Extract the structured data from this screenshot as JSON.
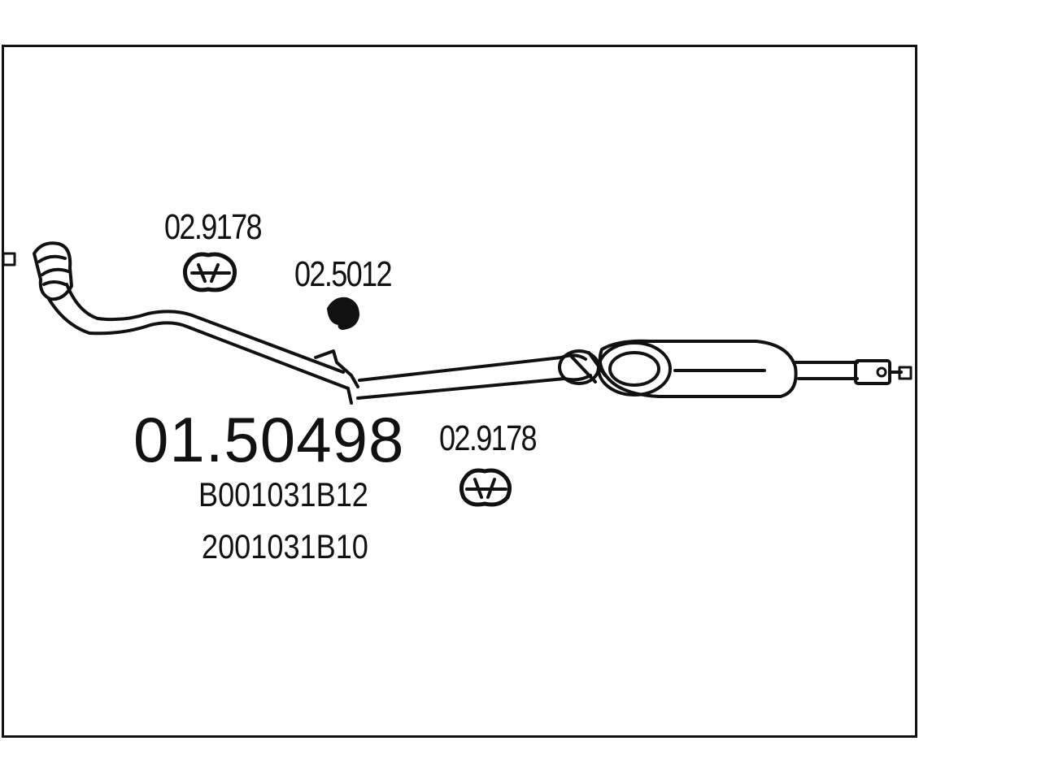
{
  "diagram": {
    "main_part_number": "01.50498",
    "oem_references": [
      "B001031B12",
      "2001031B10"
    ],
    "accessories": [
      {
        "code": "02.9178",
        "icon": "rubber-hanger-icon"
      },
      {
        "code": "02.5012",
        "icon": "rubber-mount-icon"
      },
      {
        "code": "02.9178",
        "icon": "rubber-hanger-icon"
      }
    ]
  }
}
